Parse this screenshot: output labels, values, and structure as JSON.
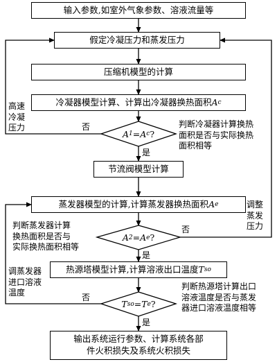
{
  "flowchart": {
    "process_boxes": {
      "input": "输入参数,如室外气象参数、溶液流量等",
      "assume": "假定冷凝压力和蒸发压力",
      "compressor": "压缩机模型的计算",
      "condenser": "冷凝器模型计算、计算出冷凝器换热面积",
      "condenser_var": "A",
      "condenser_sub": "c",
      "valve": "节流阀模型计算",
      "evaporator": "蒸发器模型的计算,计算蒸发器换热面积",
      "evaporator_var": "A",
      "evaporator_sub": "e",
      "tower": "热源塔模型计算,计算溶液出口温度",
      "tower_var": "T",
      "tower_sub": "so",
      "output_line1": "输出系统运行参数、计算系统各部",
      "output_line2": "件火积损失及系统火积损失"
    },
    "decisions": {
      "d1": {
        "lhs": "A",
        "lhs_sub": "1",
        "op": "=",
        "rhs": "A",
        "rhs_sub": "c",
        "q": "?"
      },
      "d2": {
        "lhs": "A",
        "lhs_sub": "2",
        "op": "=",
        "rhs": "A",
        "rhs_sub": "e",
        "q": "?"
      },
      "d3": {
        "lhs": "T",
        "lhs_sub": "so",
        "op": "=",
        "rhs": "T",
        "rhs_sub": "e",
        "q": "?"
      }
    },
    "branch_labels": {
      "no": "否",
      "yes": "是"
    },
    "annotations": {
      "adjust_condense": "高速\n冷凝\n压力",
      "judge_condenser": "判断冷凝器计算换热\n面积是否与实际换热\n面积相等",
      "adjust_evap": "调整\n蒸发\n压力",
      "judge_evap": "判断蒸发器计算\n换热面积是否与\n实际换热面积相等",
      "adjust_inlet": "调蒸发器\n进口溶液\n温度",
      "judge_tower": "判断热源塔计算出口\n溶液温度是否与蒸发\n器进口溶液温度相等"
    }
  }
}
